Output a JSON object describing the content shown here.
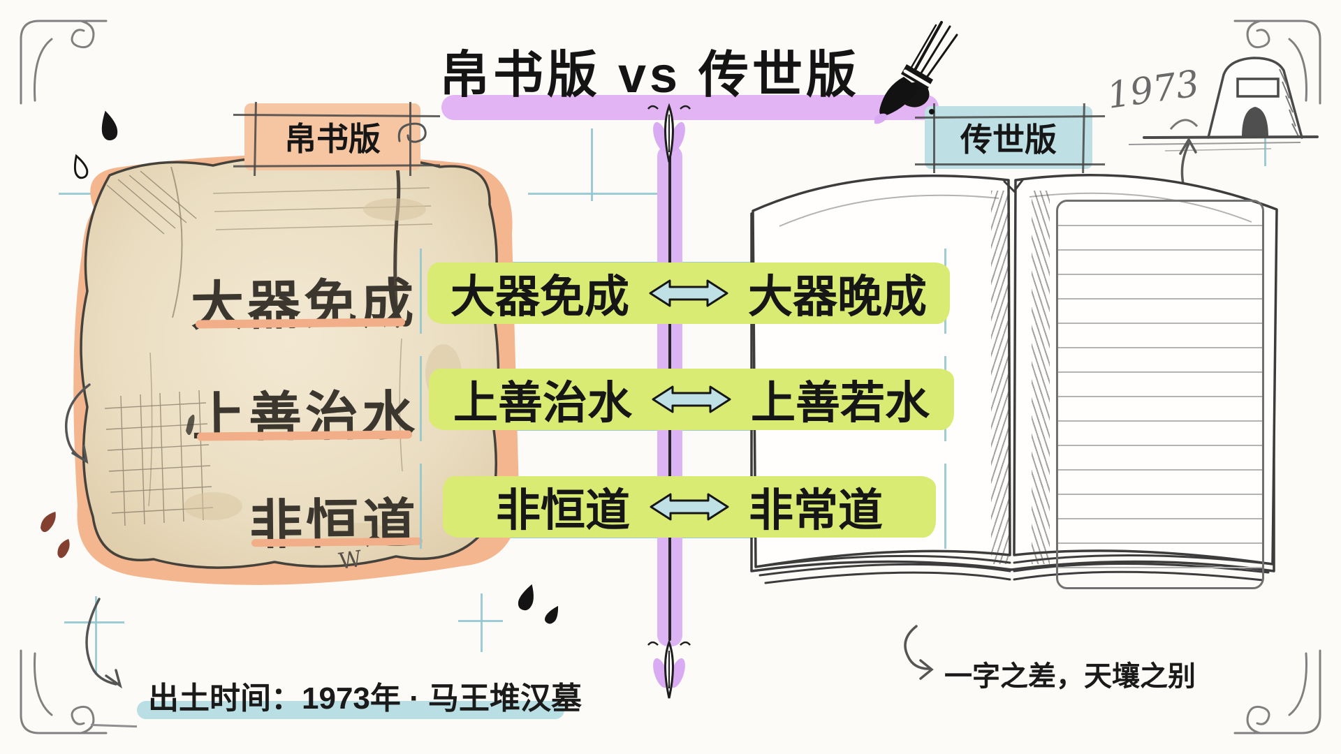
{
  "title": {
    "text": "帛书版 vs 传世版"
  },
  "header": {
    "excavation_year": "1973"
  },
  "versions": {
    "left_label": "帛书版",
    "right_label": "传世版"
  },
  "manuscript": {
    "lines": [
      "大器免成",
      "上善治水",
      "非恒道"
    ],
    "mark": "W"
  },
  "comparisons": [
    {
      "left": "大器免成",
      "right": "大器晚成"
    },
    {
      "left": "上善治水",
      "right": "上善若水"
    },
    {
      "left": "非恒道",
      "right": "非常道"
    }
  ],
  "footnotes": {
    "excavation": "出土时间：1973年 · 马王堆汉墓",
    "remark": "一字之差，天壤之别"
  },
  "icons": {
    "brush": "ink-brush",
    "tomb": "burial-mound",
    "compare_arrow": "double-arrow"
  },
  "colors": {
    "title_highlight": "#E2B4F4",
    "divider_band": "#DCB4F3",
    "left_label_bg": "#F6C6A2",
    "right_label_bg": "#BEE0E4",
    "comparison_bg": "#D9EB72",
    "arrow_fill": "#BFE1E6",
    "parchment": "#EADDC1",
    "peach_accent": "#F4B68F",
    "teal_highlight": "#B9DEE3",
    "grid_line": "#92C6D0",
    "ink": "#161616"
  }
}
